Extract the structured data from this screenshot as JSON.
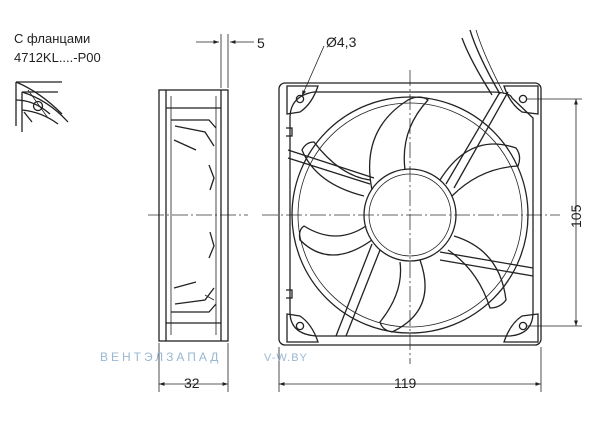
{
  "labels": {
    "flange_line1": "С фланцами",
    "flange_line2": "4712KL....-P00",
    "dim_flange": "5",
    "dim_hole": "Ø4,3",
    "dim_depth": "32",
    "dim_width": "119",
    "dim_hole_spacing": "105"
  },
  "watermark": {
    "brand": "ВЕНТЭЛЗАПАД",
    "domain": "V-W.BY"
  },
  "colors": {
    "line": "#222222",
    "watermark": "#9ab7d3"
  }
}
